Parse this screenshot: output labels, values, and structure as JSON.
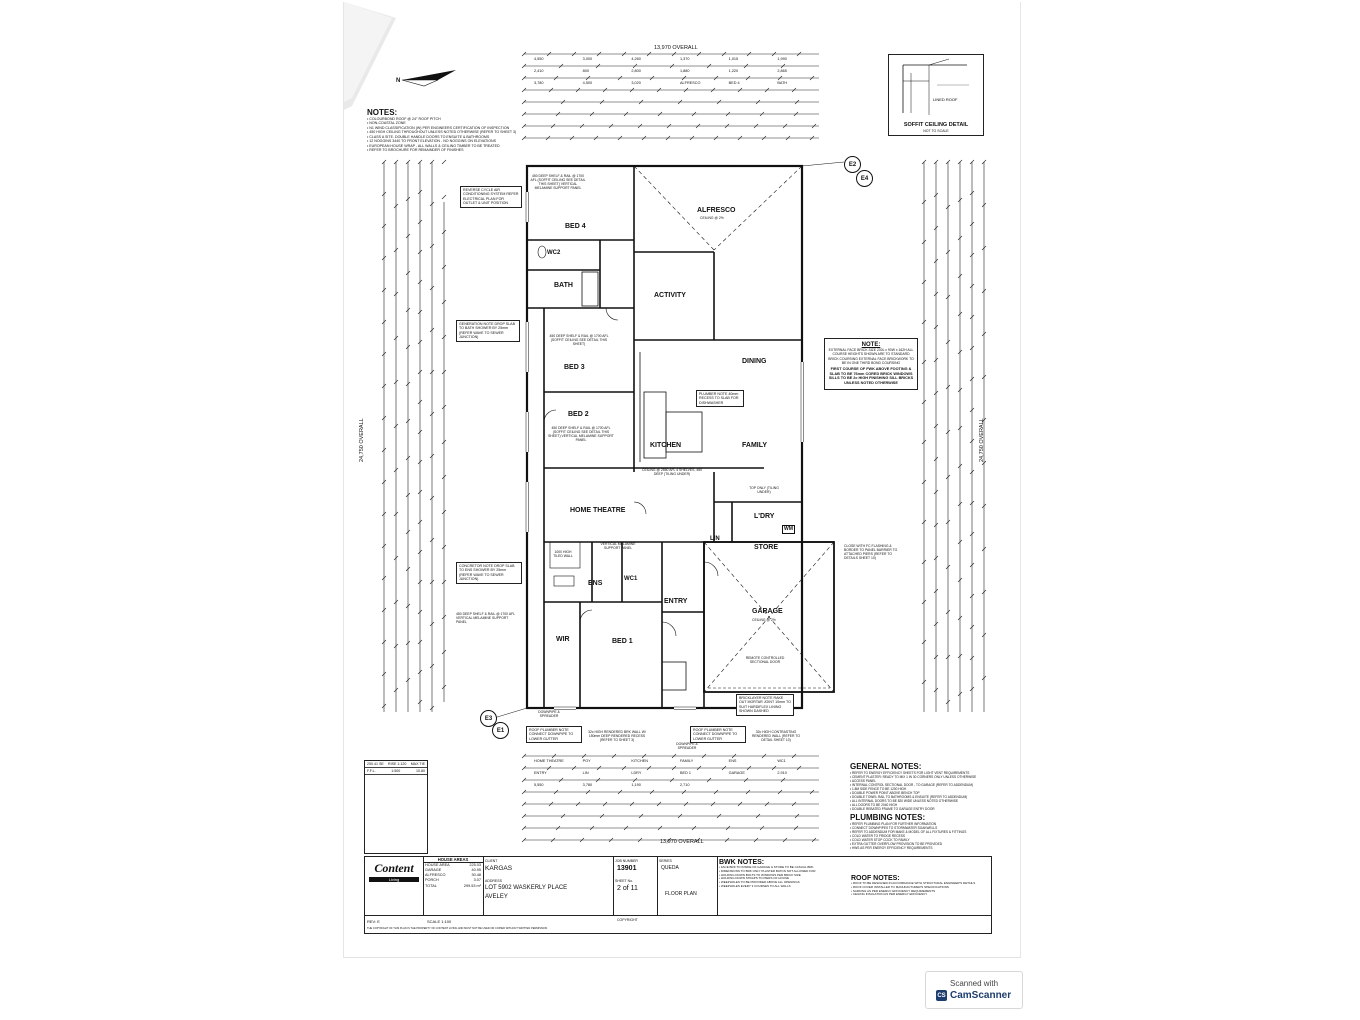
{
  "plan": {
    "overall_top": "13,970 OVERALL",
    "overall_bottom": "13,970 OVERALL",
    "overall_left": "24,750 OVERALL",
    "overall_right": "24,750 OVERALL",
    "north": "N",
    "badges": [
      "E2",
      "E4",
      "E3",
      "E1"
    ],
    "rooms": {
      "alfresco": "ALFRESCO",
      "alfresco_sub": "CEILING @ 2%",
      "bed4": "BED 4",
      "wc2": "WC2",
      "bath": "BATH",
      "activity": "ACTIVITY",
      "bed3": "BED 3",
      "dining": "DINING",
      "bed2": "BED 2",
      "kitchen": "KITCHEN",
      "family": "FAMILY",
      "home_theatre": "HOME THEATRE",
      "ldry": "L'DRY",
      "wm": "WM",
      "lin": "LIN",
      "store": "STORE",
      "ens": "ENS",
      "wc1": "WC1",
      "entry": "ENTRY",
      "garage": "GARAGE",
      "garage_sub": "CEILING @ 2%",
      "wir": "WIR",
      "bed1": "BED 1"
    },
    "small_notes": {
      "shelf_bed4": "450 DEEP SHELF & RAIL @ 1700 AFL (SOFFIT CEILING SEE DETAIL THIS SHEET) VERTICAL MELAMINE SUPPORT PANEL",
      "reverse_cycle": "REVERSE CYCLE AIR CONDITIONING SYSTEM REFER ELECTRICAL PLAN FOR OUTLET & UNIT POSITION",
      "generation": "GENERATION NOTE DROP SLAB TO BATH SHOWER BY 25mm (REFER WAVE TO SEWER JUNCTION)",
      "shelf_bed3": "450 DEEP SHELF & RAIL @ 1700 AFL (SOFFIT CEILING SEE DETAIL THIS SHEET)",
      "shelf_bed2": "450 DEEP SHELF & RAIL @ 1700 AFL (SOFFIT CEILING SEE DETAIL THIS SHEET) VERTICAL MELAMINE SUPPORT PANEL",
      "ceiling_kitchen": "CEILING @ 2550 AFL 4 SHELVES, 450 DEEP (TILING UNDER)",
      "top_only": "TOP ONLY (TILING UNDER)",
      "concrete_note": "CONCRETOR NOTE DROP SLAB TO ENS SHOWER BY 25mm (REFER WAVE TO SEWER JUNCTION)",
      "shelf_wir": "450 DEEP SHELF & RAIL @ 1700 AFL VERTICAL MELAMINE SUPPORT PANEL",
      "tiled_wall": "1000 HIGH TILED WALL",
      "vertical_melamine": "VERTICAL MELAMINE SUPPORT PANEL",
      "remote_door": "REMOTE CONTROLLED SECTIONAL DOOR",
      "downpipe_left": "DOWNPIPE & SPREADER",
      "downpipe_right": "DOWNPIPE & SPREADER",
      "bricklayer": "BRICKLAYER NOTE RAKE OUT MORTAR JOINT 10mm TO SUIT HARDIFLEX LINING SHOWN DASHED",
      "roof_plumber_left": "ROOF PLUMBER NOTE CONNECT DOWNPIPE TO LOWER GUTTER",
      "roof_plumber_mid": "ROOF PLUMBER NOTE CONNECT DOWNPIPE TO LOWER GUTTER",
      "rendered_left": "32c HIGH RENDERED BRK WALL W/ 150mm DEEP RENDERED RECESS (REFER TO SHEET 3)",
      "rendered_right": "32c HIGH CONTRASTING RENDERED WALL (REFER TO DETAIL SHEET 10)",
      "close_with": "CLOSE WITH FC FLASHING & BORDER TO PANEL BARRIER TO ATTACHED PIERS (REFER TO DETAILS SHEET 10)",
      "plumber_recess": "PLUMBER NOTE 40mm RECESS TO SLAB FOR DISHWASHER"
    },
    "side_note": {
      "title": "NOTE:",
      "body": "EXTERNAL FACE BRICK SIZE 230L x 90W x 162H ALL COURSE HEIGHTS SHOWN ARE TO STANDARD BRICK COURSING EXTERNAL FACE BRICKWORK TO BE IN ONE THIRD BOND COURSING",
      "body2": "FIRST COURSE OF FWK ABOVE FOOTING & SLAB TO BE 76mm CORED BRICK WINDOWS SILLS TO BE 2c HIGH FINISHING SILL BRICKS UNLESS NOTED OTHERWISE"
    },
    "soffit_title": "SOFFIT CEILING DETAIL",
    "soffit_sub": "NOT TO SCALE",
    "soffit_label": "LINED ROOF",
    "top_dims": [
      "4,550",
      "3,000",
      "4,260",
      "1,370",
      "1,015",
      "1,990",
      "2,410",
      "800",
      "2,800",
      "1,880",
      "1,220",
      "2,865",
      "3,780",
      "4,500",
      "3,020",
      "ALFRESCO",
      "BED 4",
      "BATH"
    ],
    "bottom_dims": [
      "HOME THEATRE",
      "POY",
      "KITCHEN",
      "FAMILY",
      "ENS",
      "WC1",
      "ENTRY",
      "LIN",
      "LDRY",
      "BED 1",
      "GARAGE",
      "2,910",
      "5,550",
      "3,780",
      "1,190",
      "2,710"
    ]
  },
  "notes_block": {
    "title": "NOTES:",
    "lines": [
      "• COLOURBOND ROOF @ 24° ROOF PITCH",
      "• NON-COASTAL ZONE",
      "• N1 WIND CLASSIFICATION (W) PER ENGINEERS CERTIFICATION OF INSPECTION",
      "• 450 HIGH CEILING THROUGHOUT UNLESS NOTED OTHERWISE (REFER TO SHEET 3)",
      "• CLASS A SITE. DOUBLE HANDLE DOORS TO ENSUITE & BATHROOMS",
      "• 12 NOGGINS 3440 TO FRONT ELEVATION - NO NOGGINS ON ELEVATIONS",
      "• EUROPEAN HOUSE WRAP - ALL WALLS & CEILING TIMBER TO BE TREATED",
      "• REFER TO BROCHURE FOR REMAINDER OF FINISHES"
    ]
  },
  "general_notes": {
    "title": "GENERAL NOTES:",
    "lines": [
      "• REFER TO ENERGY EFFICIENCY SHEETS FOR LIGHT VENT REQUIREMENTS",
      "• CEMENT PLASTER: READY TO MIX 1 IN 30 CORNERS ONLY UNLESS OTHERWISE",
      "• ACCESS PANEL",
      "• INTERNAL CONTROL SECTIONAL DOOR - TO GARAGE (REFER TO ADDENDUM)",
      "• 1.8M SIDE FENCE TO BE 1200 HIGH",
      "• DOUBLE POWER POINT ABOVE BENCH TOP",
      "• DOUBLE TOWEL RAIL TO BATHROOMS & ENSUITE (REFER TO ADDENDUM)",
      "• ALL INTERNAL DOORS TO BE 820 WIDE UNLESS NOTED OTHERWISE",
      "• ALL DOORS TO BE 2040 HIGH",
      "• DOUBLE REBATED FRAME TO GARAGE ENTRY DOOR"
    ]
  },
  "plumbing_notes": {
    "title": "PLUMBING NOTES:",
    "lines": [
      "• REFER PLUMBING PLAN FOR FURTHER INFORMATION",
      "• CONNECT DOWNPIPES TO STORMWATER SOAKWELLS",
      "• REFER TO ADDENDUM FOR MAKE & MODEL OF ALL FIXTURES & FITTINGS",
      "• COLD WATER TO FRIDGE RECESS",
      "• COLD WATER STOP COCK TO FAMILY",
      "• EXTRA GUTTER OVERFLOW PROVISION TO BE PROVIDED",
      "• HWS AS PER ENERGY EFFICIENCY REQUIREMENTS"
    ]
  },
  "bwk_notes": {
    "title": "BWK NOTES:",
    "lines": [
      "• FACE BRK TO INSIDE OF GARAGE & STORE TO BE CASUAL BRK",
      "• DIMENSIONS TO BRK ONLY PLASTER BATON NOT ALLOWED FOR",
      "• HOLDING DOWN BOLTS TO WINDOWS PER BRICK SIZE",
      "• HOLDING DOWN STRAPS TO PIERS OF HOUSE",
      "• WEEPHOLES TO BE PROVIDED ABOVE ALL OPENINGS",
      "• WEEPHOLES EVERY 3 COURSES TO ALL WALLS"
    ]
  },
  "roof_notes": {
    "title": "ROOF NOTES:",
    "lines": [
      "• ROOF TO BE DESIGNED IN ACCORDANCE WITH STRUCTURAL ENGINEER'S DETAILS",
      "• ROOF COVER INSTALLED TO MANUFACTURER'S SPECIFICATIONS",
      "• SARKING AS PER ENERGY EFFICIENCY REQUIREMENTS",
      "• CEILING INSULATION AS PER ENERGY EFFICIENCY"
    ]
  },
  "title_block": {
    "company": "Content",
    "company_sub": "Living",
    "house_areas": "HOUSE AREAS",
    "areas": [
      {
        "label": "HOUSE AREA",
        "value": "225.03"
      },
      {
        "label": "GARAGE",
        "value": "40.95"
      },
      {
        "label": "ALFRESCO",
        "value": "30.48"
      },
      {
        "label": "PORCH",
        "value": "3.07"
      },
      {
        "label": "TOTAL",
        "value": "299.53 m²"
      }
    ],
    "client_label": "CLIENT",
    "client": "KARGAS",
    "job_label": "JOB NUMBER",
    "job": "13901",
    "series_label": "SERIES",
    "series": "QUEDA",
    "address_label": "ADDRESS",
    "address1": "LOT 5902 WASKERLY PLACE",
    "address2": "AVELEY",
    "sheet_label": "SHEET No.",
    "sheet": "2 of 11",
    "drawing": "FLOOR PLAN",
    "copyright": "COPYRIGHT",
    "scale": "SCALE 1:100",
    "rev": "REV: E",
    "footer": "THE COPYRIGHT OF THIS PLAN IS THE PROPERTY OF CONTENT LIVING AND MUST NOT BE USED OR COPIED WITHOUT WRITTEN PERMISSION",
    "levels": [
      {
        "a": "250.41 SE",
        "b": "RISE 1:120",
        "c": "MAX TIE"
      },
      {
        "a": "F.F.L.",
        "b": "1:500",
        "c": "10.80"
      }
    ]
  },
  "camscanner": {
    "line1": "Scanned with",
    "line2": "CamScanner",
    "logo": "CS"
  }
}
